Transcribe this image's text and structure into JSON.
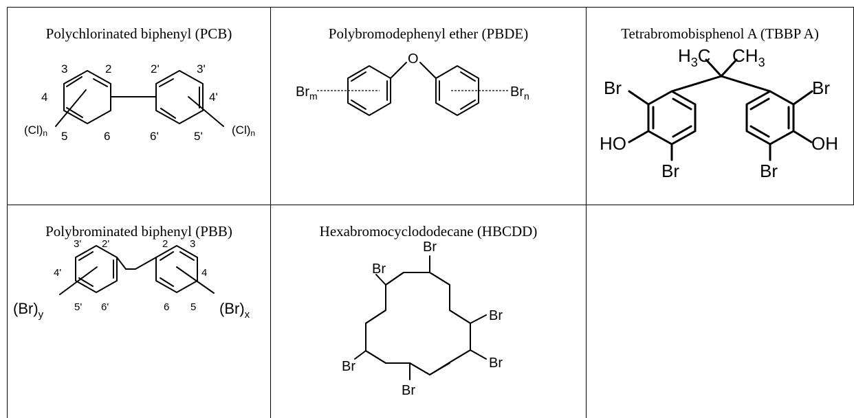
{
  "cells": {
    "pcb": {
      "title": "Polychlorinated biphenyl (PCB)",
      "labels": {
        "p3": "3",
        "p2": "2",
        "p2p": "2'",
        "p3p": "3'",
        "p4": "4",
        "p4p": "4'",
        "p5": "5",
        "p6": "6",
        "p6p": "6'",
        "p5p": "5'",
        "cl_left": "(Cl)",
        "cl_right": "(Cl)",
        "n": "n"
      }
    },
    "pbde": {
      "title": "Polybromodephenyl ether (PBDE)",
      "labels": {
        "o": "O",
        "br_left": "Br",
        "m": "m",
        "br_right": "Br",
        "n": "n"
      }
    },
    "tbbpa": {
      "title": "Tetrabromobisphenol A (TBBP A)",
      "labels": {
        "h3c": "H",
        "h3c_sub": "3",
        "h3c_c": "C",
        "ch3": "CH",
        "ch3_sub": "3",
        "br_tl": "Br",
        "br_tr": "Br",
        "ho": "HO",
        "oh": "OH",
        "br_bl": "Br",
        "br_br": "Br"
      }
    },
    "pbb": {
      "title": "Polybrominated biphenyl (PBB)",
      "labels": {
        "p3p": "3'",
        "p2p": "2'",
        "p2": "2",
        "p3": "3",
        "p4p": "4'",
        "p4": "4",
        "p5p": "5'",
        "p6p": "6'",
        "p6": "6",
        "p5": "5",
        "br_y": "(Br)",
        "y": "y",
        "br_x": "(Br)",
        "x": "x"
      }
    },
    "hbcdd": {
      "title": "Hexabromocyclododecane (HBCDD)",
      "labels": {
        "br_top": "Br",
        "br_ul": "Br",
        "br_r1": "Br",
        "br_r2": "Br",
        "br_bl": "Br",
        "br_bot": "Br"
      }
    }
  }
}
